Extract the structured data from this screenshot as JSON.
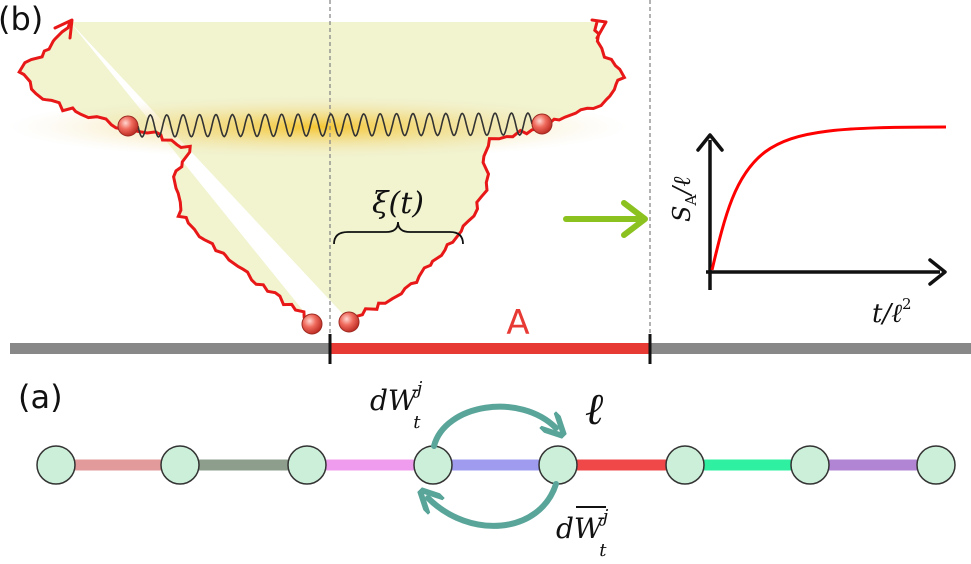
{
  "panel_b": {
    "label": "(b)",
    "xi_label": "ξ(t)",
    "region_label": "A",
    "ell_label": "ℓ"
  },
  "inset": {
    "ylabel": {
      "base": "S",
      "sub": "A",
      "tail": "/ℓ"
    },
    "xlabel": {
      "base": "t/ℓ",
      "sup": "2"
    }
  },
  "panel_a": {
    "label": "(a)",
    "top_arrow": {
      "base": "dW",
      "sup": "j",
      "sub": "t"
    },
    "bottom_arrow": {
      "base": "dW",
      "sup": "j",
      "sub": "t"
    },
    "bond_colors": [
      "#e39a9a",
      "#8e9e8c",
      "#f09cee",
      "#9f9cf0",
      "#f04848",
      "#2ef0a0",
      "#b284d4"
    ]
  },
  "colors": {
    "boundary": "#e81818",
    "fill": "#f1f4cf",
    "glow": "#f6c82a",
    "node": "#ccefd9",
    "arrow": "#5aa59a",
    "green_arrow": "#8cc21f",
    "chain": "#888888",
    "region": "#e83a35"
  }
}
